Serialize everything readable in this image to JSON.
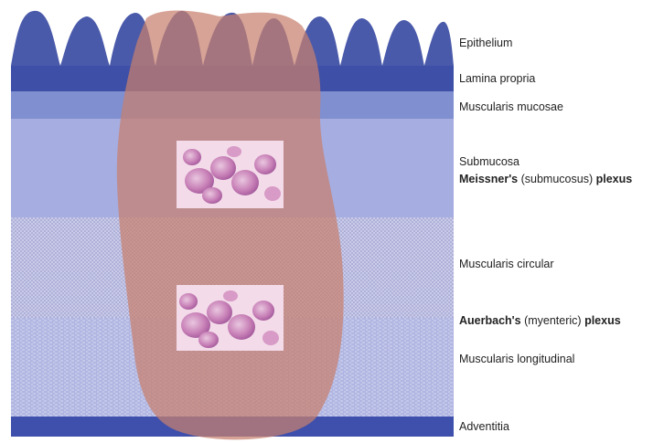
{
  "layers": {
    "epithelium": "Epithelium",
    "lamina_propria": "Lamina propria",
    "muscularis_mucosae": "Muscularis mucosae",
    "submucosa": "Submucosa",
    "muscularis_circular": "Muscularis circular",
    "muscularis_longitudinal": "Muscularis longitudinal",
    "adventitia": "Adventitia"
  },
  "plexus": {
    "meissner": {
      "name": "Meissner's",
      "qualifier": "(submucosus)",
      "suffix": "plexus"
    },
    "auerbach": {
      "name": "Auerbach's",
      "qualifier": "(myenteric)",
      "suffix": "plexus"
    }
  },
  "colors": {
    "epithelium": "#4a5aaa",
    "lamina_propria": "#3d4fa6",
    "muscularis_mucosae": "#7f8fd0",
    "submucosa": "#a6ade0",
    "muscularis_circular": "#c9cae8",
    "muscularis_longitudinal": "#bfc3e8",
    "adventitia": "#3e50ac",
    "overlay": "#c8806e",
    "histology_bg": "#f3dbe9"
  }
}
